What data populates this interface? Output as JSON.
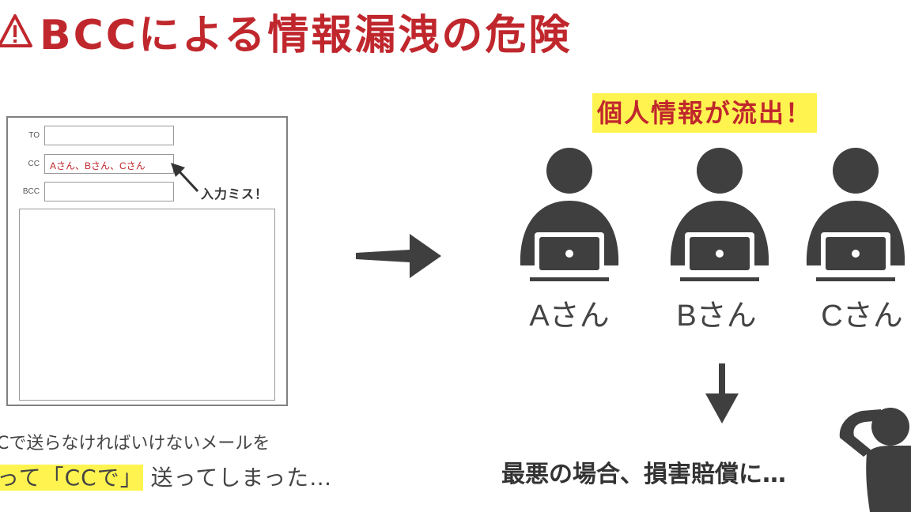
{
  "title": "BCCによる情報漏洩の危険",
  "mail": {
    "to_label": "TO",
    "cc_label": "CC",
    "bcc_label": "BCC",
    "cc_value": "Aさん、Bさん、Cさん",
    "mistake_label": "入力ミス！"
  },
  "caption": {
    "line1": "Cで送らなければいけないメールを",
    "line2_prefix": "って「CCで」",
    "line2_suffix": "送ってしまった…"
  },
  "leak_label": "個人情報が流出！",
  "people": [
    "Aさん",
    "Bさん",
    "Cさん"
  ],
  "consequence": "最悪の場合、損害賠償に…",
  "colors": {
    "accent_red": "#c0272d",
    "highlight_yellow": "#fff44f",
    "icon_gray": "#3f3f3f"
  }
}
